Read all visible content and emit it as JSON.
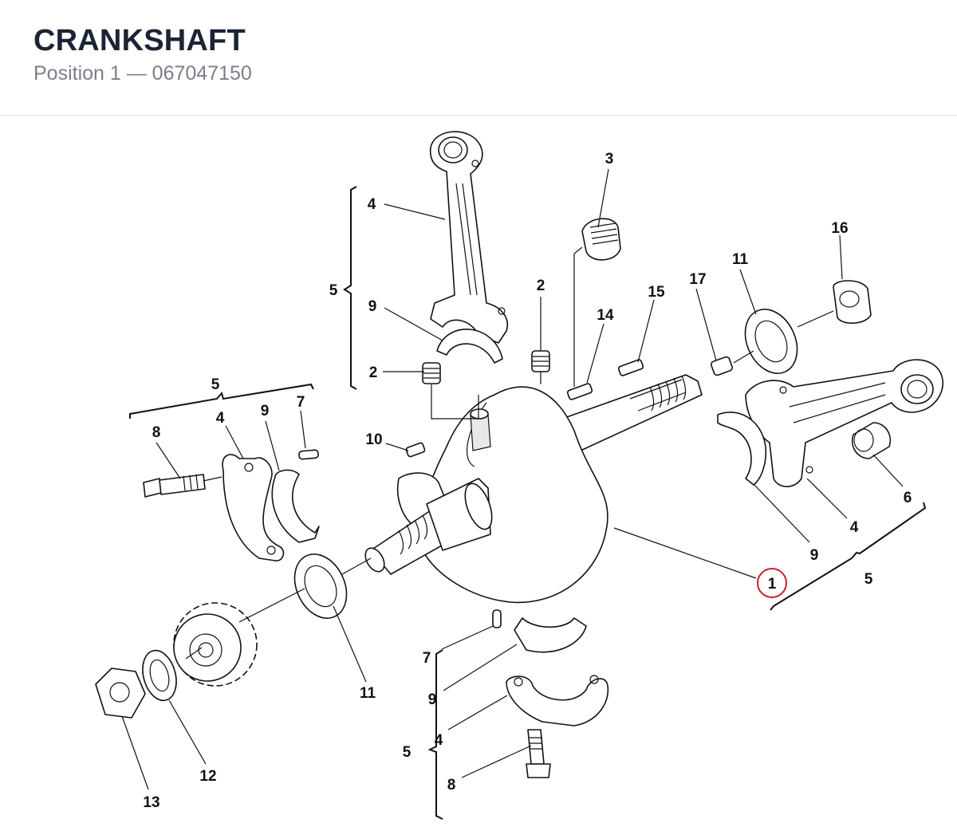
{
  "header": {
    "title": "CRANKSHAFT",
    "position_label": "Position 1 — 067047150"
  },
  "diagram": {
    "highlight_color": "#cc1f2d",
    "callouts": {
      "c1": "1",
      "c2a": "2",
      "c2b": "2",
      "c3": "3",
      "c4a": "4",
      "c4b": "4",
      "c4c": "4",
      "c4d": "4",
      "c5a": "5",
      "c5b": "5",
      "c5c": "5",
      "c5d": "5",
      "c6": "6",
      "c7a": "7",
      "c7b": "7",
      "c8a": "8",
      "c8b": "8",
      "c9a": "9",
      "c9b": "9",
      "c9c": "9",
      "c9d": "9",
      "c10": "10",
      "c11a": "11",
      "c11b": "11",
      "c12": "12",
      "c13": "13",
      "c14": "14",
      "c15": "15",
      "c16": "16",
      "c17": "17"
    }
  }
}
